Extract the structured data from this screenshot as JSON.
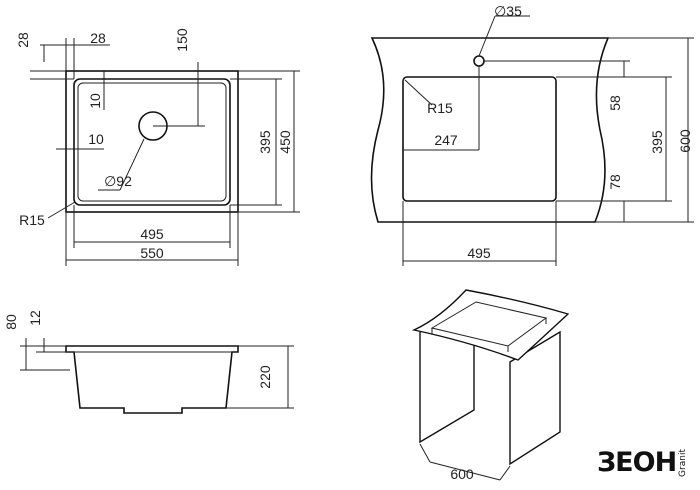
{
  "top_view": {
    "dim_left_offset": "28",
    "dim_top_offset": "28",
    "dim_drain_offset": "150",
    "dim_rim_top": "10",
    "dim_rim_left": "10",
    "dim_inner_height": "395",
    "dim_outer_height": "450",
    "dim_drain_diameter": "∅92",
    "dim_corner_radius": "R15",
    "dim_inner_width": "495",
    "dim_outer_width": "550"
  },
  "cutout_view": {
    "dim_tap_hole": "∅35",
    "dim_corner_radius": "R15",
    "dim_center_offset": "247",
    "dim_top_margin": "58",
    "dim_bowl_height": "395",
    "dim_cabinet_depth": "600",
    "dim_bottom_margin": "78",
    "dim_bowl_width": "495"
  },
  "side_view": {
    "dim_total_depth": "80",
    "dim_rim_thickness": "12",
    "dim_bowl_depth": "220"
  },
  "cabinet_view": {
    "dim_cabinet_width": "600"
  },
  "logo": {
    "brand": "ЗЕОН",
    "suffix": "Granit"
  }
}
